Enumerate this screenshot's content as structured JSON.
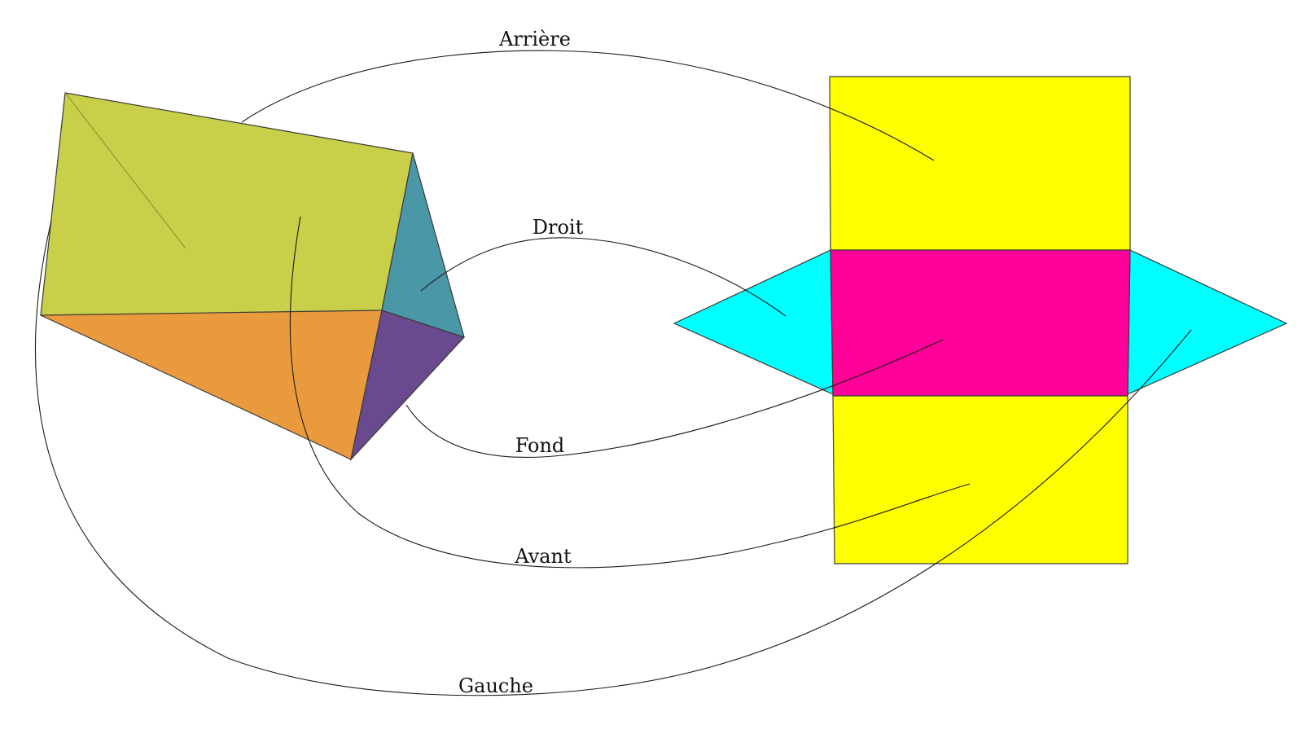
{
  "labels": {
    "back": "Arrière",
    "right": "Droit",
    "bottom": "Fond",
    "front": "Avant",
    "left": "Gauche"
  },
  "colors": {
    "prism_front": "#c9cf48",
    "prism_bottom": "#e99a3c",
    "prism_right_top": "#4a97a8",
    "prism_right_bottom": "#6a4a8e",
    "net_rect": "#ffff00",
    "net_center": "#ff0099",
    "net_triangle": "#00ffff"
  }
}
